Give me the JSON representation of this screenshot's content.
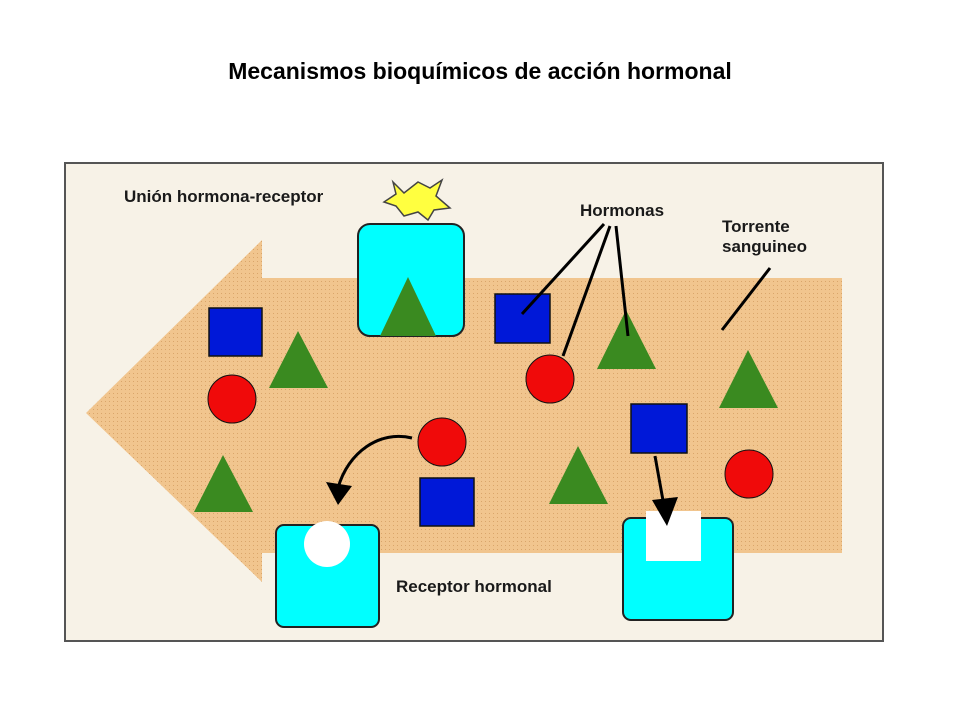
{
  "title": "Mecanismos bioquímicos de acción hormonal",
  "labels": {
    "union": "Unión hormona-receptor",
    "hormonas": "Hormonas",
    "torrente_line1": "Torrente",
    "torrente_line2": "sanguineo",
    "receptor": "Receptor hormonal"
  },
  "colors": {
    "arrow_fill": "#f1c58e",
    "receptor": "#00ffff",
    "square_hormone": "#0018d8",
    "circle_hormone": "#f00a0a",
    "triangle_hormone": "#3a8a20",
    "star": "#ffff40"
  }
}
